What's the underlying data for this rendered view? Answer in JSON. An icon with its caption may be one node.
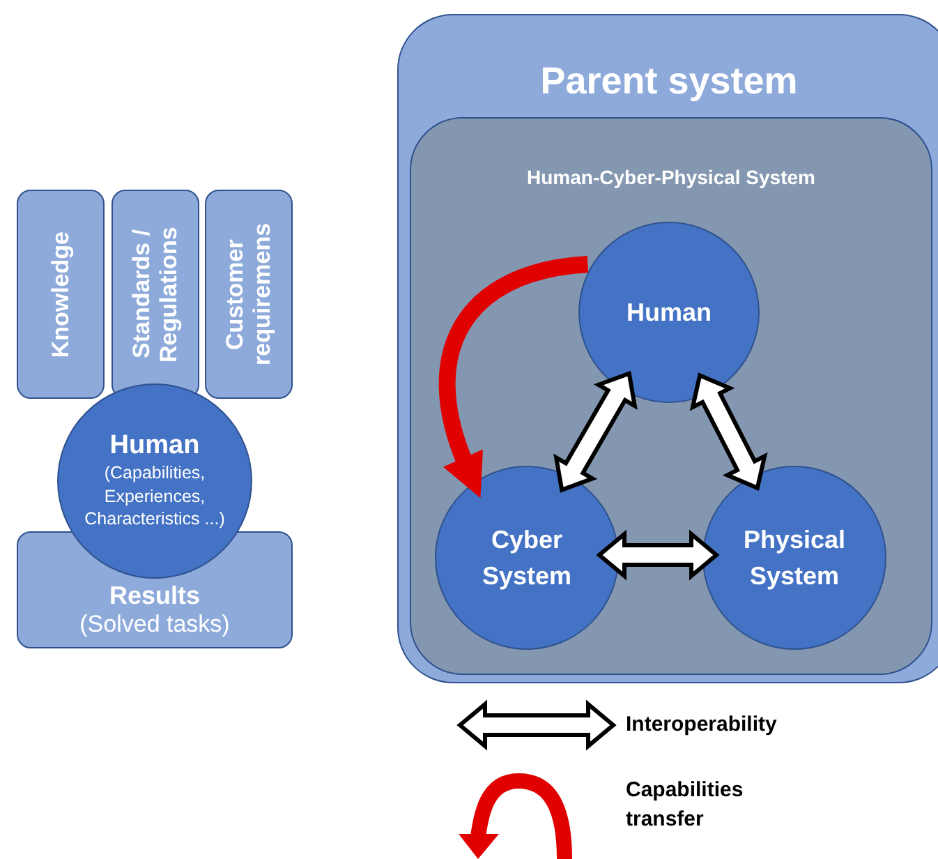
{
  "diagram": {
    "nodes": [
      {
        "text": [
          "Knowledge"
        ]
      },
      {
        "text": [
          "Standards / Regulations"
        ]
      },
      {
        "text": [
          "Customer requiremens"
        ]
      },
      {
        "text": [
          "Human",
          "(Capabilities, Experiences, Characteristics ...)"
        ]
      },
      {
        "text": [
          "Results",
          "(Solved tasks)"
        ]
      },
      {
        "text": [
          "Parent system"
        ]
      },
      {
        "text": [
          "Human-Cyber-Physical System"
        ],
        "in": 5
      },
      {
        "text": [
          "Human"
        ],
        "in": 6
      },
      {
        "text": [
          "Cyber System"
        ],
        "in": 6
      },
      {
        "text": [
          "Physical System"
        ],
        "in": 6
      }
    ],
    "edges": [
      {
        "from": 7,
        "to": 8,
        "arrow": "both"
      },
      {
        "from": 7,
        "to": 9,
        "arrow": "both"
      },
      {
        "from": 8,
        "to": 9,
        "arrow": "both"
      },
      {
        "from": 7,
        "to": 8,
        "arrow": "to",
        "color": "#e00000"
      }
    ],
    "legend": [
      {
        "text": "Interoperability"
      },
      {
        "text": "Capabilities transfer"
      }
    ]
  }
}
